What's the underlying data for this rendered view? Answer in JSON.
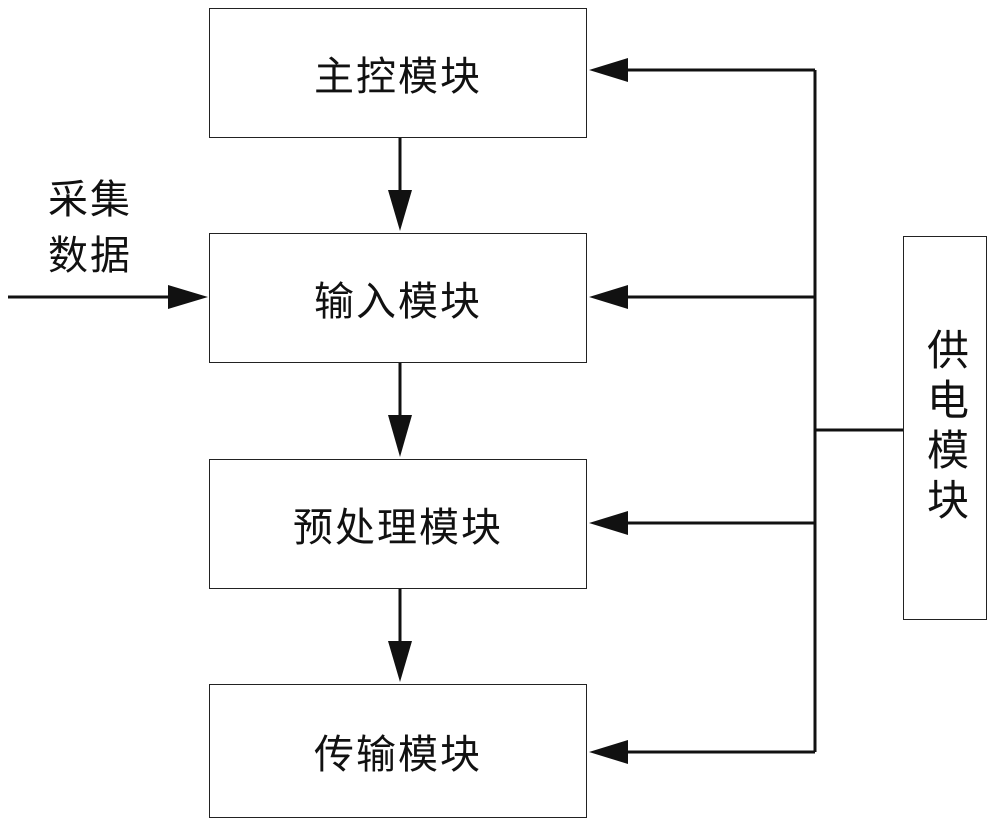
{
  "diagram": {
    "blocks": {
      "main_control": "主控模块",
      "input": "输入模块",
      "preprocessing": "预处理模块",
      "transmission": "传输模块",
      "power_supply": "供电模块"
    },
    "input_label_line1": "采集",
    "input_label_line2": "数据"
  }
}
